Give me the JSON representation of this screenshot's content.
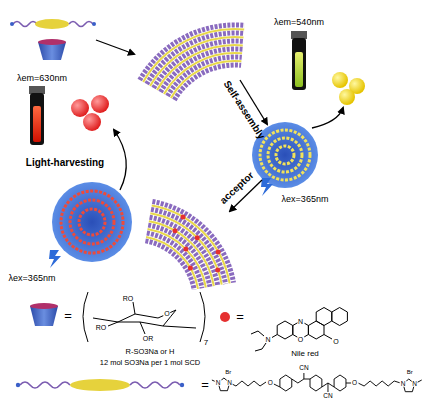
{
  "diagram": {
    "labels": [
      "λem=540nm",
      "Self-assembly",
      "λex=365nm",
      "λem=630nm",
      "acceptor",
      "Light-harvesting",
      "λex=365nm",
      "=",
      "RO",
      "RO",
      "O",
      "OR",
      "7",
      "R-SO3Na or H",
      "12 mol SO3Na per 1 mol SCD",
      "=",
      "N",
      "O",
      "N",
      "O",
      "Nile red",
      "=",
      "Br",
      "N",
      "N",
      "O",
      "CN",
      "CN",
      "O",
      "N",
      "Br",
      "N"
    ]
  }
}
